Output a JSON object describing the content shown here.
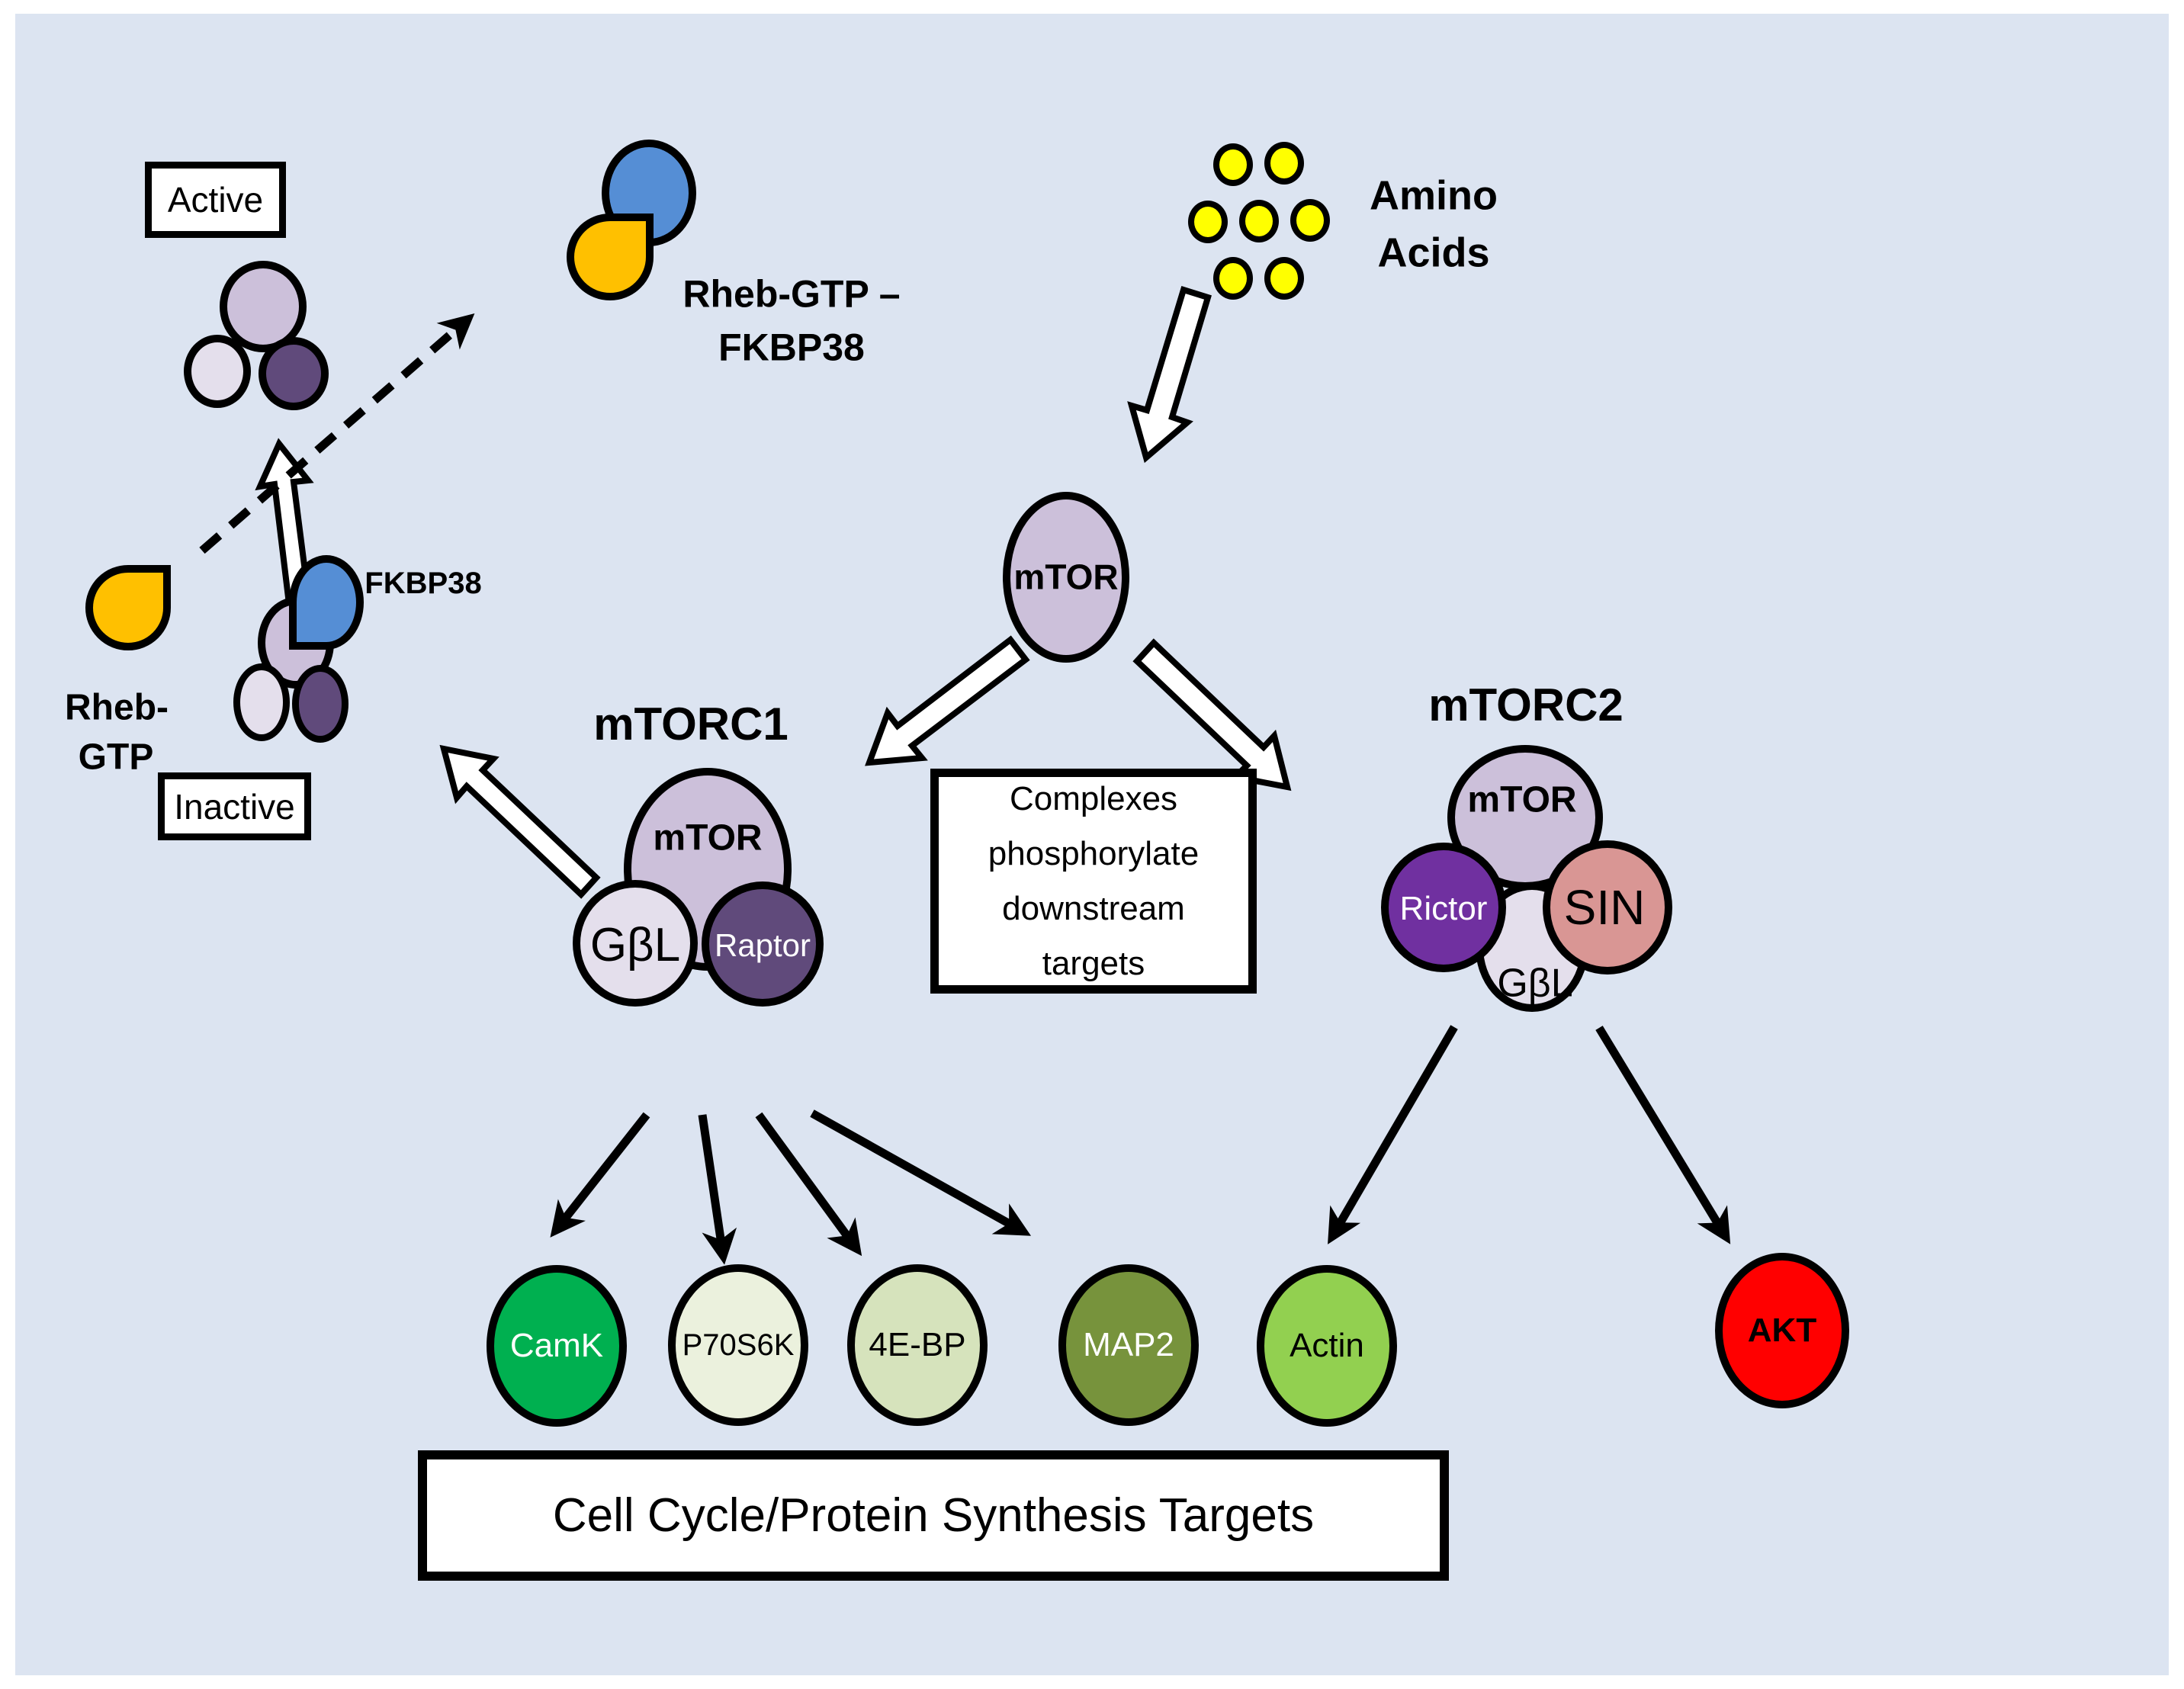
{
  "colors": {
    "panel_bg": "#dce4f1",
    "outline": "#000000",
    "lavender": "#ccc0da",
    "pale_lavender": "#e4dfec",
    "dark_purple": "#604a7b",
    "purple": "#7030a0",
    "salmon": "#d99694",
    "gold": "#ffc000",
    "blue": "#558ed5",
    "yellow": "#ffff00"
  },
  "state_boxes": {
    "active": "Active",
    "inactive": "Inactive"
  },
  "rheb": {
    "complex_label_line1": "Rheb-GTP –",
    "complex_label_line2": "FKBP38",
    "rheb_label_line1": "Rheb-",
    "rheb_label_line2": "GTP",
    "fkbp38_label": "FKBP38"
  },
  "amino_acids": {
    "line1": "Amino",
    "line2": "Acids",
    "dot_count": 7
  },
  "mtor_central": {
    "label": "mTOR"
  },
  "note_box": {
    "text": "Complexes phosphorylate downstream targets"
  },
  "mtorc1": {
    "title": "mTORC1",
    "subunits": {
      "mtor": "mTOR",
      "gbl": "GβL",
      "raptor": "Raptor"
    }
  },
  "mtorc2": {
    "title": "mTORC2",
    "subunits": {
      "mtor": "mTOR",
      "rictor": "Rictor",
      "sin": "SIN",
      "gbl": "GβL"
    }
  },
  "targets": [
    {
      "label": "CamK",
      "fill": "#00b050",
      "text": "#ffffff",
      "bold": false
    },
    {
      "label": "P70S6K",
      "fill": "#ebf1dd",
      "text": "#000000",
      "bold": false
    },
    {
      "label": "4E-BP",
      "fill": "#d6e3bc",
      "text": "#000000",
      "bold": false
    },
    {
      "label": "MAP2",
      "fill": "#77933c",
      "text": "#ffffff",
      "bold": false
    },
    {
      "label": "Actin",
      "fill": "#92d050",
      "text": "#000000",
      "bold": false
    },
    {
      "label": "AKT",
      "fill": "#ff0000",
      "text": "#000000",
      "bold": true
    }
  ],
  "targets_box": {
    "text": "Cell Cycle/Protein Synthesis Targets"
  }
}
